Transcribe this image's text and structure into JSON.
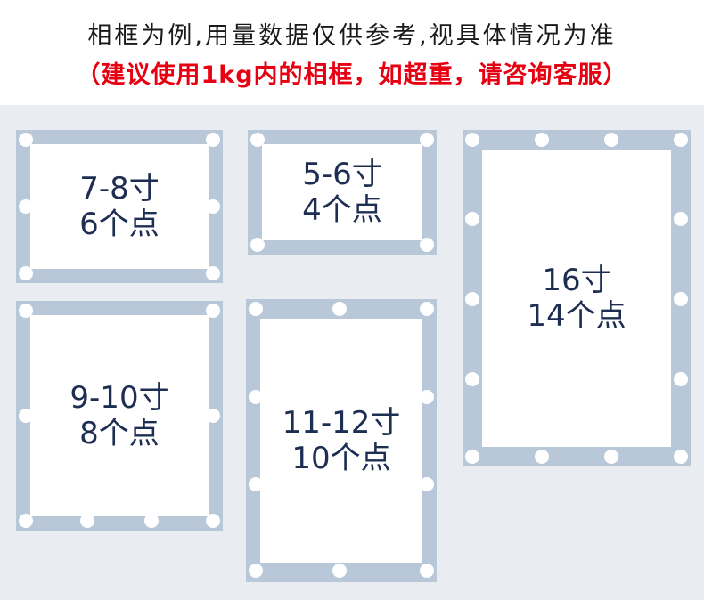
{
  "header": {
    "title": "相框为例,用量数据仅供参考,视具体情况为准",
    "subtitle": "（建议使用1kg内的相框，如超重，请咨询客服）"
  },
  "frames": [
    {
      "size": "7-8寸",
      "points": "6个点"
    },
    {
      "size": "5-6寸",
      "points": "4个点"
    },
    {
      "size": "16寸",
      "points": "14个点"
    },
    {
      "size": "9-10寸",
      "points": "8个点"
    },
    {
      "size": "11-12寸",
      "points": "10个点"
    }
  ],
  "colors": {
    "frame": "#b8c8d9",
    "board": "#e9edf2",
    "text": "#1e2e52",
    "warning": "#e60012"
  }
}
